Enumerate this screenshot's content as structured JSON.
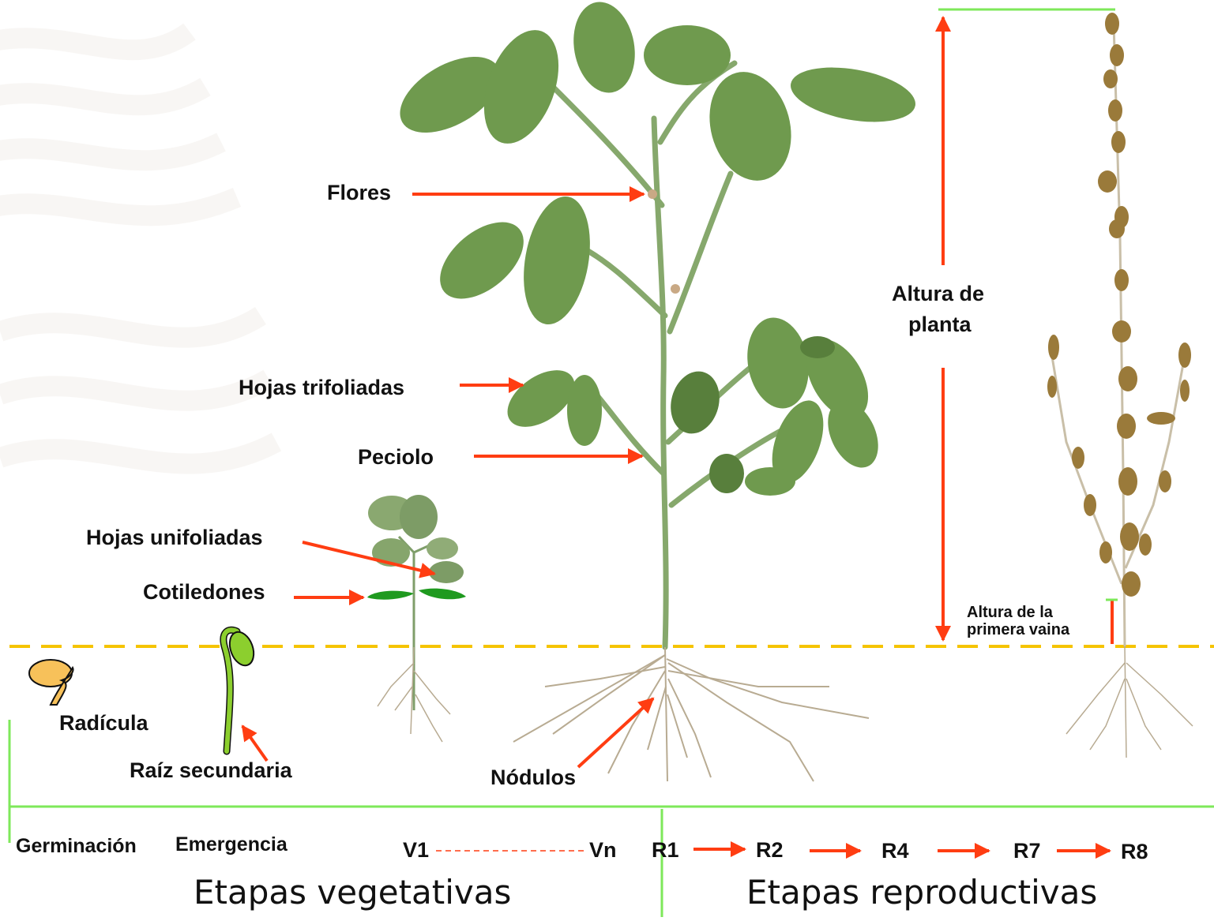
{
  "labels": {
    "flores": "Flores",
    "hojas_trifoliadas": "Hojas trifoliadas",
    "peciolo": "Peciolo",
    "hojas_unifoliadas": "Hojas unifoliadas",
    "cotiledones": "Cotiledones",
    "radicula": "Radícula",
    "raiz_secundaria": "Raíz secundaria",
    "nodulos": "Nódulos",
    "altura_planta_line1": "Altura de",
    "altura_planta_line2": "planta",
    "altura_vaina_line1": "Altura de la",
    "altura_vaina_line2": "primera vaina"
  },
  "stages": {
    "germinacion": "Germinación",
    "emergencia": "Emergencia",
    "v1": "V1",
    "vn": "Vn",
    "r1": "R1",
    "r2": "R2",
    "r4": "R4",
    "r7": "R7",
    "r8": "R8"
  },
  "groups": {
    "vegetativas": "Etapas vegetativas",
    "reproductivas": "Etapas reproductivas"
  },
  "colors": {
    "arrow": "#ff3d12",
    "ground_line": "#f5c400",
    "timeline": "#7ee85a",
    "leaf": "#6f9a4e",
    "leaf_dark": "#587f3c",
    "cotyledon": "#1f9a1f",
    "seed": "#f7c15a",
    "sprout": "#8ccf2e",
    "root": "#b8ab92",
    "dry_plant": "#9a7a3a"
  }
}
